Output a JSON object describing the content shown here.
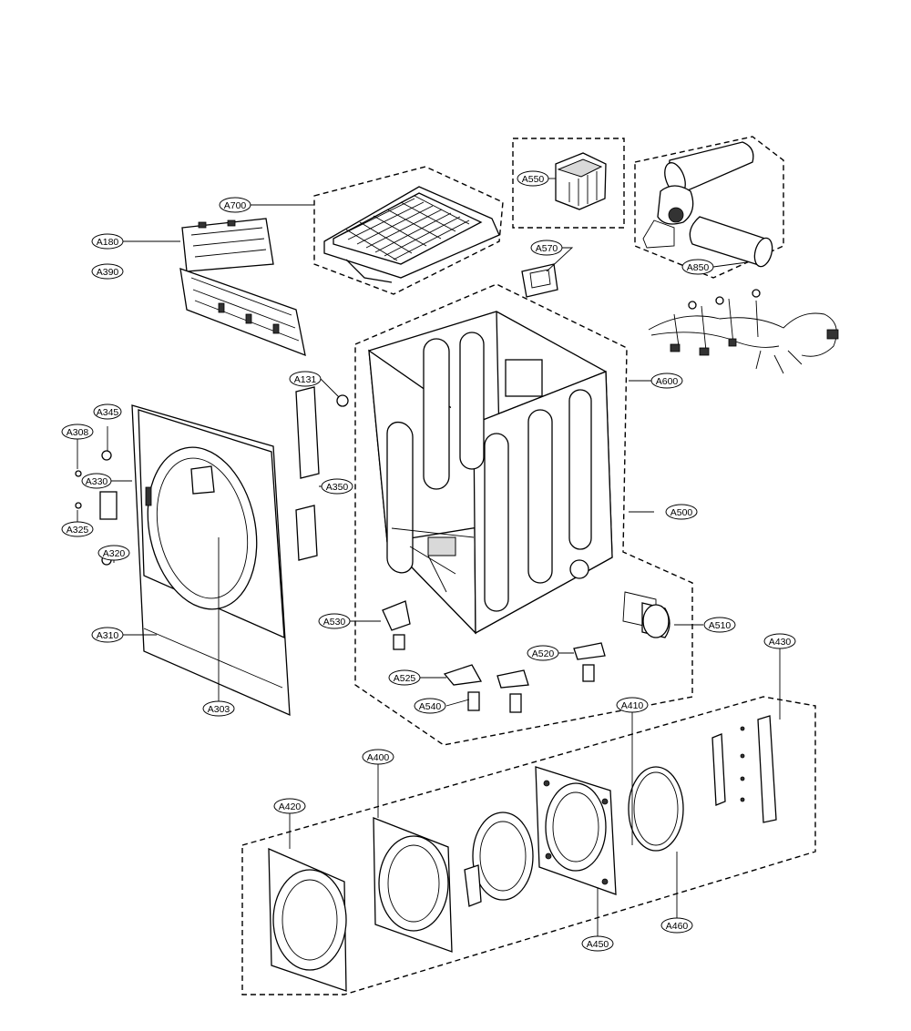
{
  "diagram": {
    "callouts": [
      {
        "id": "A700",
        "text": "A700"
      },
      {
        "id": "A550",
        "text": "A550"
      },
      {
        "id": "A570",
        "text": "A570"
      },
      {
        "id": "A180",
        "text": "A180"
      },
      {
        "id": "A390",
        "text": "A390"
      },
      {
        "id": "A850",
        "text": "A850"
      },
      {
        "id": "A600",
        "text": "A600"
      },
      {
        "id": "A131",
        "text": "A131"
      },
      {
        "id": "A345",
        "text": "A345"
      },
      {
        "id": "A308",
        "text": "A308"
      },
      {
        "id": "A330",
        "text": "A330"
      },
      {
        "id": "A350",
        "text": "A350"
      },
      {
        "id": "A325",
        "text": "A325"
      },
      {
        "id": "A500",
        "text": "A500"
      },
      {
        "id": "A320",
        "text": "A320"
      },
      {
        "id": "A310",
        "text": "A310"
      },
      {
        "id": "A530",
        "text": "A530"
      },
      {
        "id": "A510",
        "text": "A510"
      },
      {
        "id": "A430",
        "text": "A430"
      },
      {
        "id": "A520",
        "text": "A520"
      },
      {
        "id": "A525",
        "text": "A525"
      },
      {
        "id": "A303",
        "text": "A303"
      },
      {
        "id": "A540",
        "text": "A540"
      },
      {
        "id": "A410",
        "text": "A410"
      },
      {
        "id": "A400",
        "text": "A400"
      },
      {
        "id": "A420",
        "text": "A420"
      },
      {
        "id": "A450",
        "text": "A450"
      },
      {
        "id": "A460",
        "text": "A460"
      }
    ]
  }
}
